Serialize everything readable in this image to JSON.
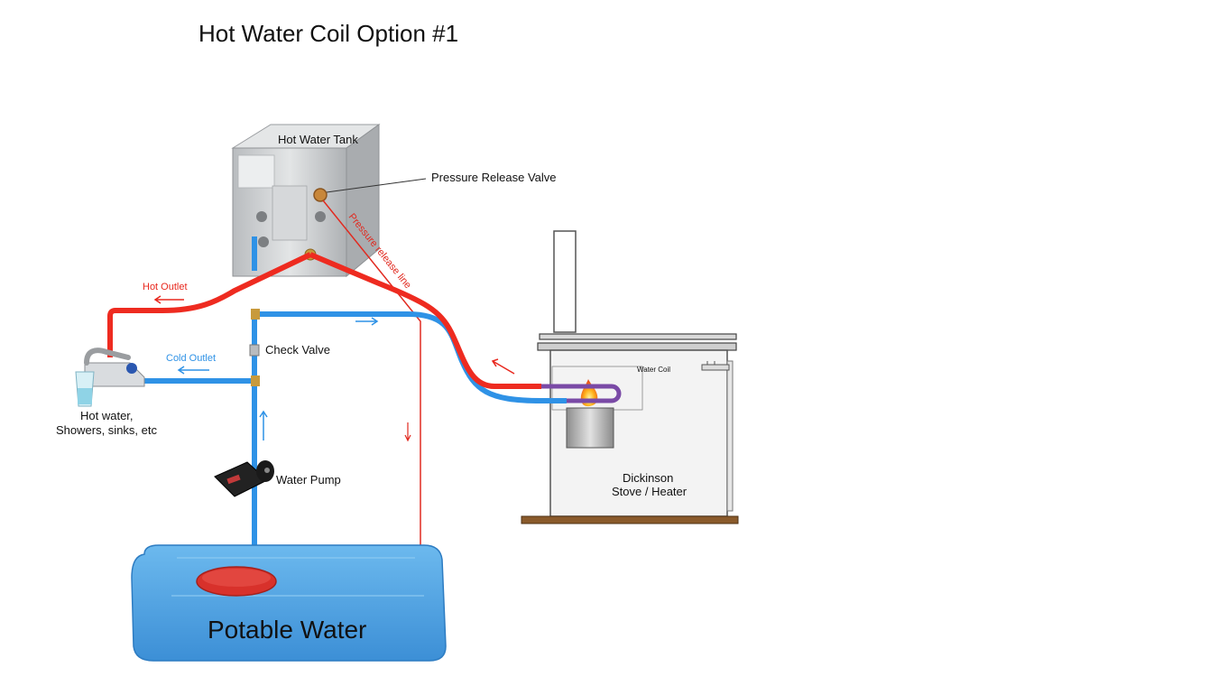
{
  "title": "Hot Water Coil Option #1",
  "labels": {
    "hot_water_tank": "Hot Water Tank",
    "pressure_release_valve": "Pressure Release Valve",
    "pressure_release_line": "Pressure release line",
    "hot_outlet": "Hot Outlet",
    "cold_outlet": "Cold Outlet",
    "check_valve": "Check Valve",
    "fixtures_line1": "Hot water,",
    "fixtures_line2": "Showers, sinks, etc",
    "water_pump": "Water Pump",
    "water_coil": "Water Coil",
    "stove_line1": "Dickinson",
    "stove_line2": "Stove / Heater",
    "potable_water": "Potable Water"
  },
  "colors": {
    "hot_pipe": "#ee2b20",
    "cold_pipe": "#2f92e6",
    "hot_text": "#e8281e",
    "cold_text": "#2f92e6",
    "tank_body": "#c9ccce",
    "stove_body": "#f3f3f3",
    "water_tank": "#56a9e6",
    "cap": "#d8312b",
    "base_wood": "#8a5a2b"
  }
}
